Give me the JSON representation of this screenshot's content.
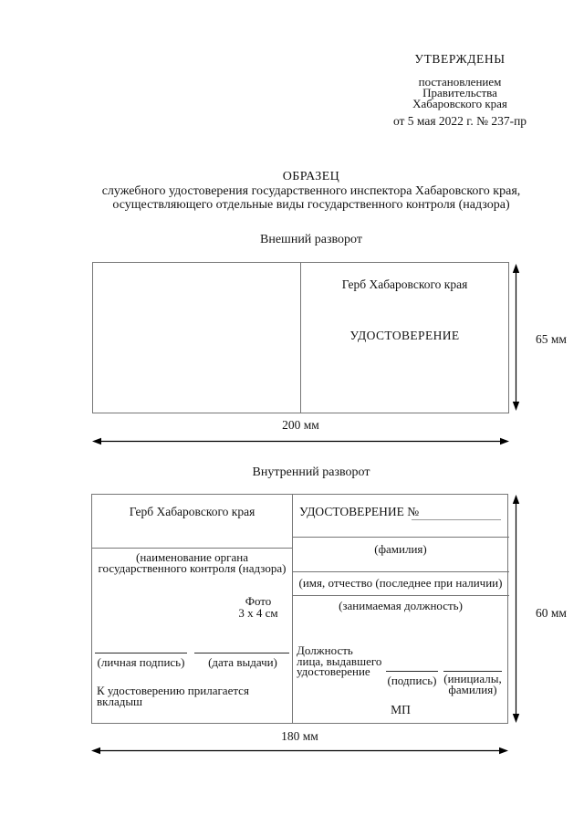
{
  "colors": {
    "background": "#ffffff",
    "text": "#141414",
    "box_border": "#767676",
    "arrow": "#000000"
  },
  "approval": {
    "title": "УТВЕРЖДЕНЫ",
    "lines": [
      "постановлением",
      "Правительства",
      "Хабаровского края"
    ],
    "date_line": "от 5 мая 2022 г. № 237-пр"
  },
  "title": {
    "heading": "ОБРАЗЕЦ",
    "subtitle": [
      "служебного удостоверения государственного инспектора Хабаровского края,",
      "осуществляющего отдельные виды государственного контроля (надзора)"
    ]
  },
  "outer_spread": {
    "heading": "Внешний разворот",
    "right_page": {
      "coat_of_arms": "Герб Хабаровского края",
      "id_title": "УДОСТОВЕРЕНИЕ"
    },
    "height_label": "65 мм",
    "width_label": "200 мм"
  },
  "inner_spread": {
    "heading": "Внутренний разворот",
    "left_page": {
      "coat_of_arms": "Герб Хабаровского края",
      "org_caption": [
        "(наименование органа",
        "государственного контроля (надзора)"
      ],
      "photo": [
        "Фото",
        "3 х 4 см"
      ],
      "personal_signature_caption": "(личная подпись)",
      "issue_date_caption": "(дата выдачи)",
      "insert_note": [
        "К удостоверению прилагается",
        "вкладыш"
      ]
    },
    "right_page": {
      "id_number_label": "УДОСТОВЕРЕНИЕ №",
      "surname_caption": "(фамилия)",
      "name_caption": "(имя, отчество (последнее при наличии)",
      "position_caption": "(занимаемая должность)",
      "issuer_position": [
        "Должность",
        "лица, выдавшего",
        "удостоверение"
      ],
      "signature_caption": "(подпись)",
      "initials_caption": [
        "(инициалы,",
        "фамилия)"
      ],
      "seal_label": "МП"
    },
    "height_label": "60 мм",
    "width_label": "180 мм"
  }
}
